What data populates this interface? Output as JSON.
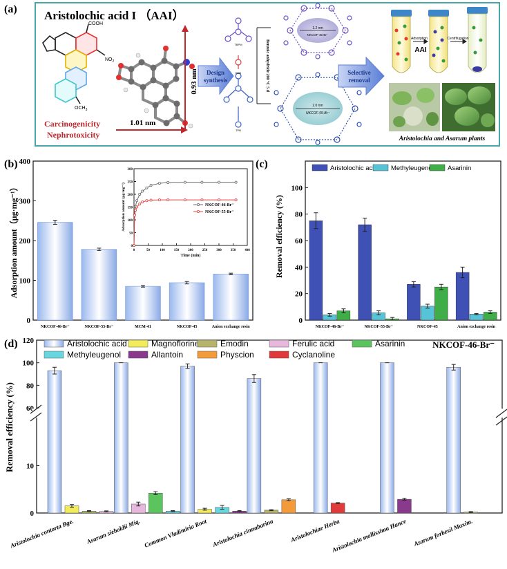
{
  "panel_a": {
    "label": "(a)",
    "title": "Aristolochic acid I （AAI）",
    "cooh": "COOH",
    "no2": "NO",
    "no2_sub": "2",
    "och3": "OCH",
    "och3_sub": "3",
    "dim_vertical": "0.93 nm",
    "dim_horizontal": "1.01 nm",
    "hazard_1": "Carcinogenicity",
    "hazard_2": "Nephrotoxicity",
    "design_1": "Design",
    "design_2": "synthesis",
    "monomer_1": "TBPM",
    "monomer_2": "EDB",
    "monomer_3": "TPB",
    "conditions": "Benzoic anhydride 200 °C 5 d",
    "cof_top_pore": "1.2 nm",
    "cof_top_name": "NKCOF-46-Br⁻",
    "cof_bottom_pore": "2.0 nm",
    "cof_bottom_name": "NKCOF-55-Br⁻",
    "selective_1": "Selective",
    "selective_2": "removal",
    "adsorption": "Adsorption",
    "aai_tube": "AAI",
    "centrifugation": "Centrifugation",
    "plants_caption": "Aristolochia and Asarum plants",
    "colors": {
      "frame": "#46a7a8",
      "hazard": "#c0282d",
      "arrow": "#5b7fd6"
    }
  },
  "chart_data": [
    {
      "panel": "(b)",
      "type": "bar",
      "categories": [
        "NKCOF-46-Br⁻",
        "NKCOF-55-Br⁻",
        "MCM-41",
        "NKCOF-45",
        "Anion exchange resin"
      ],
      "values": [
        246,
        178,
        85,
        94,
        116
      ],
      "errors": [
        5,
        3,
        2,
        3,
        2
      ],
      "ylabel": "Adsorption amount（μg·mg⁻¹）",
      "ylim": [
        0,
        400
      ],
      "yticks": [
        0,
        100,
        200,
        300,
        400
      ],
      "inset": {
        "type": "line",
        "xlabel": "Time (min)",
        "ylabel": "Adsorption amount (μg·mg⁻¹)",
        "xlim": [
          0,
          400
        ],
        "ylim": [
          0,
          300
        ],
        "xticks": [
          0,
          50,
          100,
          150,
          200,
          250,
          300,
          350,
          400
        ],
        "yticks": [
          0,
          50,
          100,
          150,
          200,
          250,
          300
        ],
        "series": [
          {
            "name": "NKCOF-46-Br⁻",
            "color": "#6b6b6b",
            "x": [
              0,
              2,
              5,
              10,
              20,
              30,
              45,
              60,
              90,
              120,
              180,
              240,
              300,
              360
            ],
            "y": [
              0,
              120,
              152,
              175,
              200,
              212,
              225,
              235,
              243,
              246,
              247,
              247,
              247,
              247
            ]
          },
          {
            "name": "NKCOF-55-Br⁻",
            "color": "#e0443e",
            "x": [
              0,
              2,
              5,
              10,
              20,
              30,
              45,
              60,
              90,
              120,
              180,
              240,
              300,
              360
            ],
            "y": [
              0,
              118,
              138,
              150,
              162,
              170,
              175,
              177,
              178,
              178,
              178,
              178,
              178,
              178
            ]
          }
        ]
      }
    },
    {
      "panel": "(c)",
      "type": "bar",
      "categories": [
        "NKCOF-46-Br⁻",
        "NKCOF-55-Br⁻",
        "NKCOF-45",
        "Anion exchange resin"
      ],
      "ylabel": "Removal efficiency (%)",
      "ylim": [
        0,
        120
      ],
      "yticks": [
        0,
        20,
        40,
        60,
        80,
        100
      ],
      "legend": "top",
      "series": [
        {
          "name": "Aristolochic acid I",
          "color": "#3f51b5",
          "values": [
            75,
            72,
            27,
            36
          ],
          "errors": [
            6,
            5,
            2,
            4
          ]
        },
        {
          "name": "Methyleugenol",
          "color": "#56c3d6",
          "values": [
            4,
            5.5,
            10.5,
            4.5
          ],
          "errors": [
            1,
            1.5,
            1.5,
            0.5
          ]
        },
        {
          "name": "Asarinin",
          "color": "#3fae49",
          "values": [
            7,
            1,
            25,
            6
          ],
          "errors": [
            1.5,
            1,
            2,
            1
          ]
        }
      ]
    },
    {
      "panel": "(d)",
      "type": "bar",
      "note": "NKCOF-46-Br⁻",
      "categories": [
        "Aristolochia contorta Bge.",
        "Asarum sieboldii Miq.",
        "Common Vladimiria Root",
        "Aristolochia cinnabarina",
        "Aristolochiae Herba",
        "Aristolochia mollissima Hance",
        "Asarum forbesii Maxim."
      ],
      "ylabel": "Removal efficiency (%)",
      "axis_break": [
        20,
        60
      ],
      "yticks_low": [
        0,
        10
      ],
      "yticks_high": [
        60,
        80,
        100,
        120
      ],
      "legend_order": [
        "Aristolochic acid I",
        "Magnoflorine",
        "Emodin",
        "Ferulic acid",
        "Asarinin",
        "Methyleugenol",
        "Allantoin",
        "Physcion",
        "Cyclanoline"
      ],
      "legend_colors": {
        "Aristolochic acid I": "#7a9be0",
        "Magnoflorine": "#f2ec5a",
        "Emodin": "#b6b36a",
        "Ferulic acid": "#e8b7dd",
        "Asarinin": "#5cc45f",
        "Methyleugenol": "#68d6df",
        "Allantoin": "#8a3a8c",
        "Physcion": "#f39a3a",
        "Cyclanoline": "#e13a3a"
      },
      "bars": [
        {
          "category": "Aristolochia contorta Bge.",
          "items": [
            {
              "name": "Aristolochic acid I",
              "value": 93,
              "error": 3
            },
            {
              "name": "Magnoflorine",
              "value": 1.5,
              "error": 0.3
            },
            {
              "name": "Emodin",
              "value": 0.4,
              "error": 0.1
            },
            {
              "name": "Ferulic acid",
              "value": 0.35,
              "error": 0.1
            }
          ]
        },
        {
          "category": "Asarum sieboldii Miq.",
          "items": [
            {
              "name": "Aristolochic acid I",
              "value": 100,
              "error": 0
            },
            {
              "name": "Ferulic acid",
              "value": 1.9,
              "error": 0.4
            },
            {
              "name": "Asarinin",
              "value": 4.2,
              "error": 0.3
            },
            {
              "name": "Methyleugenol",
              "value": 0.4,
              "error": 0.1
            }
          ]
        },
        {
          "category": "Common Vladimiria Root",
          "items": [
            {
              "name": "Aristolochic acid I",
              "value": 97,
              "error": 2
            },
            {
              "name": "Magnoflorine",
              "value": 0.8,
              "error": 0.2
            },
            {
              "name": "Methyleugenol",
              "value": 1.2,
              "error": 0.4
            },
            {
              "name": "Allantoin",
              "value": 0.4,
              "error": 0.1
            }
          ]
        },
        {
          "category": "Aristolochia cinnabarina",
          "items": [
            {
              "name": "Aristolochic acid I",
              "value": 86,
              "error": 3.5
            },
            {
              "name": "Emodin",
              "value": 0.6,
              "error": 0.1
            },
            {
              "name": "Physcion",
              "value": 2.8,
              "error": 0.2
            }
          ]
        },
        {
          "category": "Aristolochiae Herba",
          "items": [
            {
              "name": "Aristolochic acid I",
              "value": 100,
              "error": 0
            },
            {
              "name": "Cyclanoline",
              "value": 2.1,
              "error": 0.1
            }
          ]
        },
        {
          "category": "Aristolochia mollissima Hance",
          "items": [
            {
              "name": "Aristolochic acid I",
              "value": 100,
              "error": 0
            },
            {
              "name": "Allantoin",
              "value": 2.9,
              "error": 0.2
            }
          ]
        },
        {
          "category": "Asarum forbesii Maxim.",
          "items": [
            {
              "name": "Aristolochic acid I",
              "value": 96,
              "error": 2.5
            },
            {
              "name": "Emodin",
              "value": 0.2,
              "error": 0.1
            }
          ]
        }
      ]
    }
  ]
}
